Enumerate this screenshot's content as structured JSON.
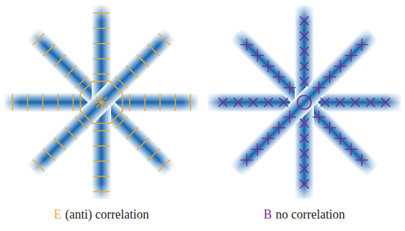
{
  "diagram": {
    "labels": [
      "E",
      "(anti) correlation",
      "B",
      "no correlation"
    ]
  }
}
